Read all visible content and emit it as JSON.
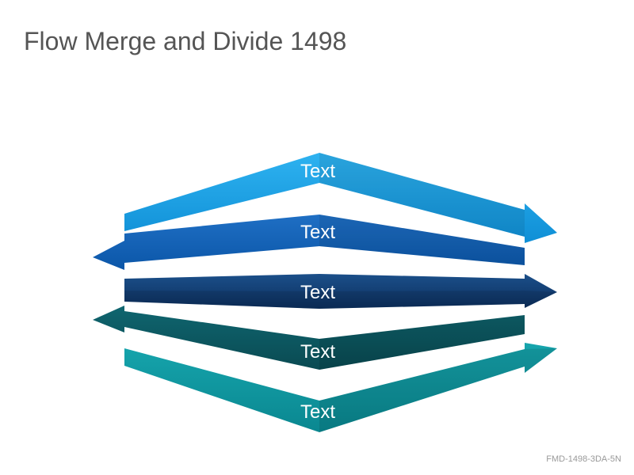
{
  "title": "Flow Merge and Divide 1498",
  "footer_code": "FMD-1498-3DA-5N",
  "arrows": [
    {
      "label": "Text",
      "direction": "right",
      "shape": "peak-up",
      "color_top": "#2eb2f0",
      "color_bottom": "#0f8fd6"
    },
    {
      "label": "Text",
      "direction": "left",
      "shape": "peak-up",
      "color_top": "#1f6fc4",
      "color_bottom": "#0b56a8"
    },
    {
      "label": "Text",
      "direction": "right",
      "shape": "flat",
      "color_top": "#1b4f8a",
      "color_bottom": "#0c2f5e"
    },
    {
      "label": "Text",
      "direction": "left",
      "shape": "valley-down",
      "color_top": "#0f6670",
      "color_bottom": "#0a4a52"
    },
    {
      "label": "Text",
      "direction": "right",
      "shape": "valley-down",
      "color_top": "#16a5ad",
      "color_bottom": "#0a8790"
    }
  ]
}
